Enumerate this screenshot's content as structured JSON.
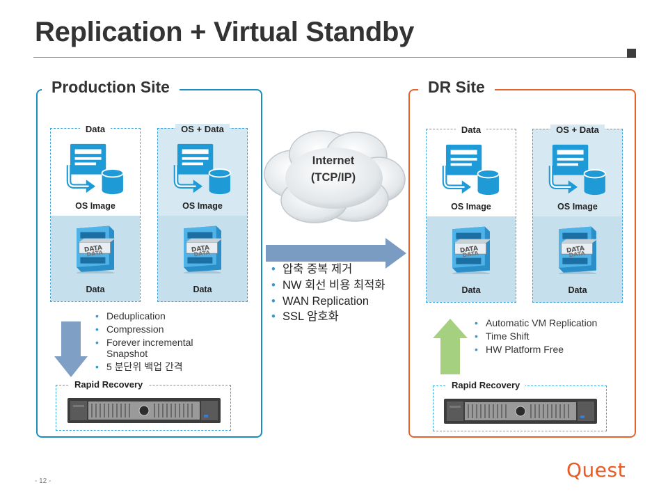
{
  "title": "Replication + Virtual Standby",
  "production_site": {
    "title": "Production Site",
    "servers": [
      {
        "top_label": "Data",
        "os_label": "OS Image",
        "data_label": "Data"
      },
      {
        "top_label": "OS + Data",
        "os_label": "OS Image",
        "data_label": "Data"
      }
    ],
    "features": [
      "Deduplication",
      "Compression",
      "Forever incremental Snapshot",
      "5 분단위 백업 간격"
    ],
    "recovery_label": "Rapid Recovery"
  },
  "network": {
    "cloud_line1": "Internet",
    "cloud_line2": "(TCP/IP)",
    "features": [
      "압축 중복 제거",
      "NW 회선 비용 최적화",
      "WAN Replication",
      "SSL 암호화"
    ]
  },
  "dr_site": {
    "title": "DR Site",
    "servers": [
      {
        "top_label": "Data",
        "os_label": "OS Image",
        "data_label": "Data"
      },
      {
        "top_label": "OS + Data",
        "os_label": "OS Image",
        "data_label": "Data"
      }
    ],
    "features": [
      "Automatic VM Replication",
      "Time Shift",
      "HW Platform Free"
    ],
    "recovery_label": "Rapid Recovery"
  },
  "footer": {
    "page": "- 12 -",
    "logo": "Quest"
  },
  "colors": {
    "production_border": "#1b8cc0",
    "dr_border": "#e8622a",
    "icon_blue": "#1e9ad6",
    "arrow_down": "#7f9fc4",
    "arrow_right": "#7a9bc2",
    "arrow_up": "#a5d07f",
    "logo": "#ea5b24"
  },
  "icons": [
    "server-replication-icon",
    "data-cabinet-icon",
    "rack-server-icon",
    "internet-cloud-icon"
  ]
}
